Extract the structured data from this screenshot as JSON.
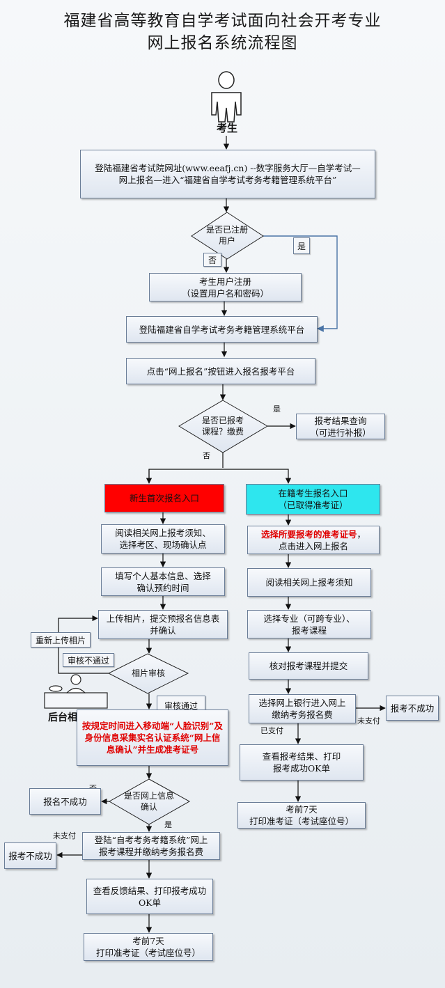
{
  "title": {
    "line1": "福建省高等教育自学考试面向社会开考专业",
    "line2": "网上报名系统流程图"
  },
  "nodes": {
    "examinee": "考生",
    "login_site": "登陆福建省考试院网址(www.eeafj.cn) --数字服务大厅—自学考试—\n网上报名—进入“福建省自学考试考务考籍管理系统平台”",
    "registered_q": "是否已注册\n用户",
    "register": "考生用户注册\n（设置用户名和密码）",
    "login_platform": "登陆福建省自学考试考务考籍管理系统平台",
    "click_online": "点击“网上报名”按钮进入报名报考平台",
    "applied_q": "是否已报考\n课程？缴费",
    "result_query": "报考结果查询\n（可进行补报）",
    "new_entry": "新生首次报名入口",
    "enrolled_entry": "在籍考生报名入口\n（已取得准考证）",
    "read_notice_new": "阅读相关网上报考须知、\n选择考区、现场确认点",
    "fill_info": "填写个人基本信息、选择\n确认预约时间",
    "upload_photo": "上传相片，提交预报名信息表\n并确认",
    "photo_review_q": "相片审核",
    "reupload": "重新上传相片",
    "backend_review": "后台相片审核",
    "face_verify": "按规定时间进入移动端“人脸识别”及身份信息采集实名认证系统“网上信息确认”并生成准考证号",
    "online_confirm_q": "是否网上信息\n确认",
    "sign_fail": "报名不成功",
    "login_pay": "登陆“自考考务考籍系统”网上\n报考课程并缴纳考务报名费",
    "apply_fail_left": "报考不成功",
    "view_result_left": "查看反馈结果、打印报考成功\nOK单",
    "print_left": "考前7天\n打印准考证（考试座位号）",
    "select_ticket_red": "选择所要报考的准考证号",
    "select_ticket_rest": "，\n点击进入网上报名",
    "read_notice_old": "阅读相关网上报考须知",
    "choose_major": "选择专业（可跨专业）、\n报考课程",
    "verify_submit": "核对报考课程并提交",
    "bank_pay": "选择网上银行进入网上\n缴纳考务报名费",
    "apply_fail_right": "报考不成功",
    "view_result_right": "查看报考结果、打印\n报考成功OK单",
    "print_right": "考前7天\n打印准考证（考试座位号）"
  },
  "labels": {
    "yes": "是",
    "no": "否",
    "review_fail": "审核不通过",
    "review_pass": "审核通过",
    "unpaid": "未支付",
    "paid": "已支付"
  }
}
